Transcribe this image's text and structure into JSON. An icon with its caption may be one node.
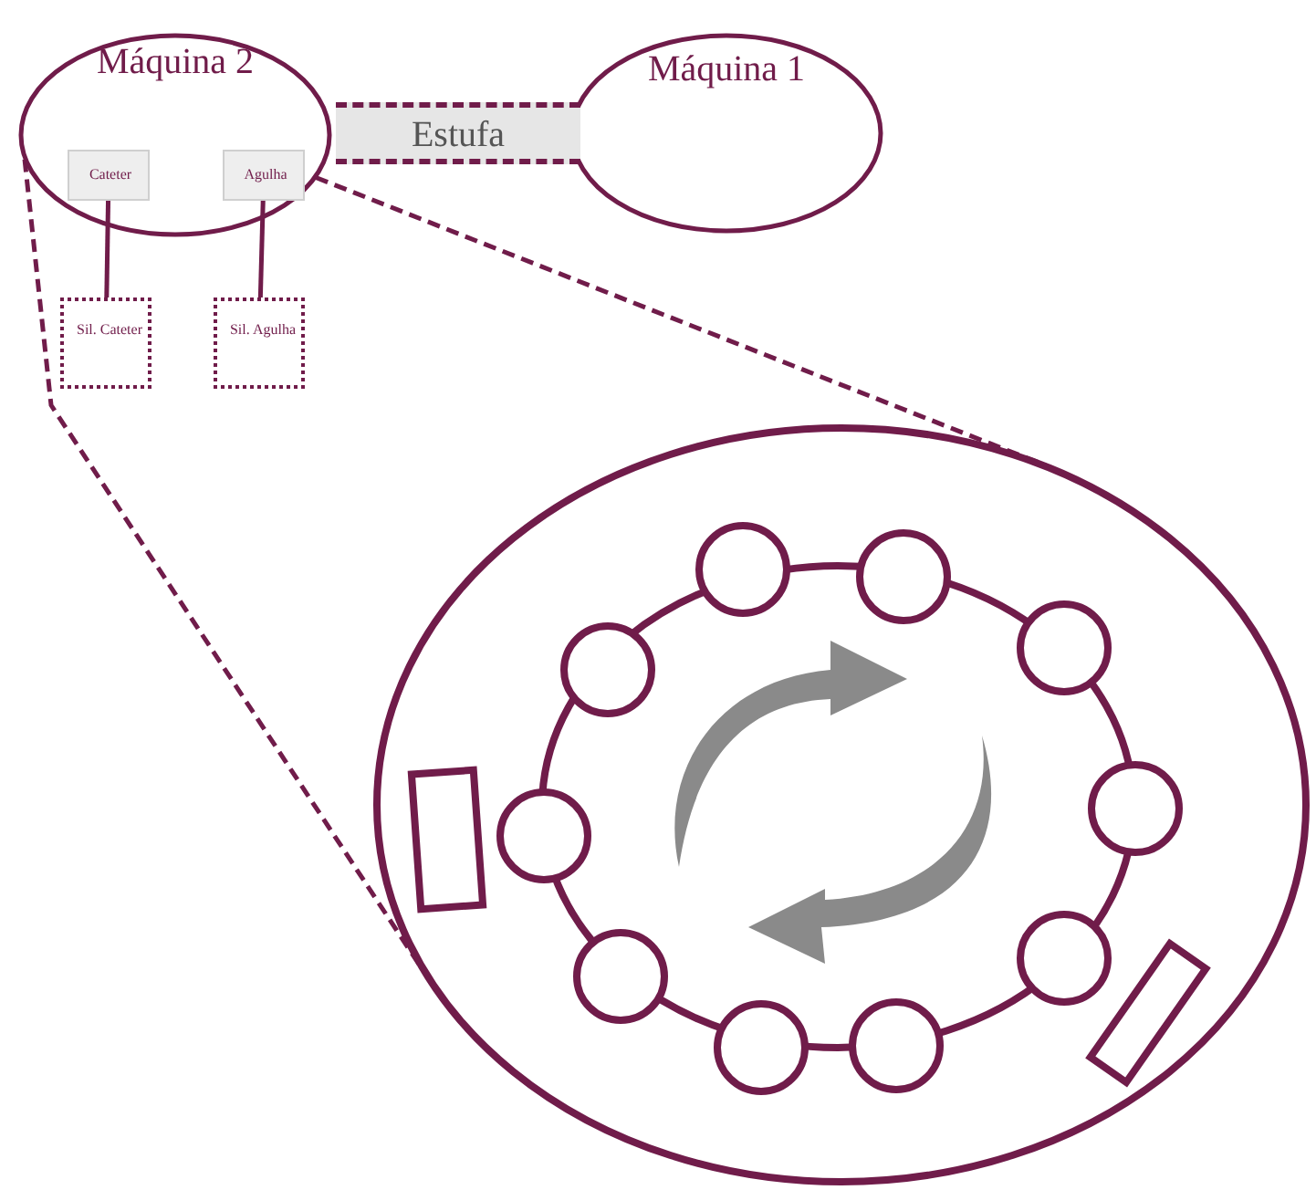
{
  "diagram": {
    "nodes": [
      {
        "text": [
          "Máquina 2"
        ]
      },
      {
        "text": [
          "Máquina 1"
        ]
      },
      {
        "text": [
          "Estufa"
        ]
      },
      {
        "text": [
          "Cateter"
        ],
        "in": 0
      },
      {
        "text": [
          "Agulha"
        ],
        "in": 0
      },
      {
        "text": [
          "Sil. Cateter"
        ]
      },
      {
        "text": [
          "Sil. Agulha"
        ]
      },
      {
        "text": [],
        "shape": "circle"
      }
    ],
    "edges": [
      {
        "from": 3,
        "to": 5,
        "arrow": "none"
      },
      {
        "from": 4,
        "to": 6,
        "arrow": "none"
      },
      {
        "from": 0,
        "to": 7,
        "arrow": "none",
        "style": "dashed"
      },
      {
        "from": 0,
        "to": 7,
        "arrow": "none",
        "style": "dashed"
      }
    ]
  }
}
